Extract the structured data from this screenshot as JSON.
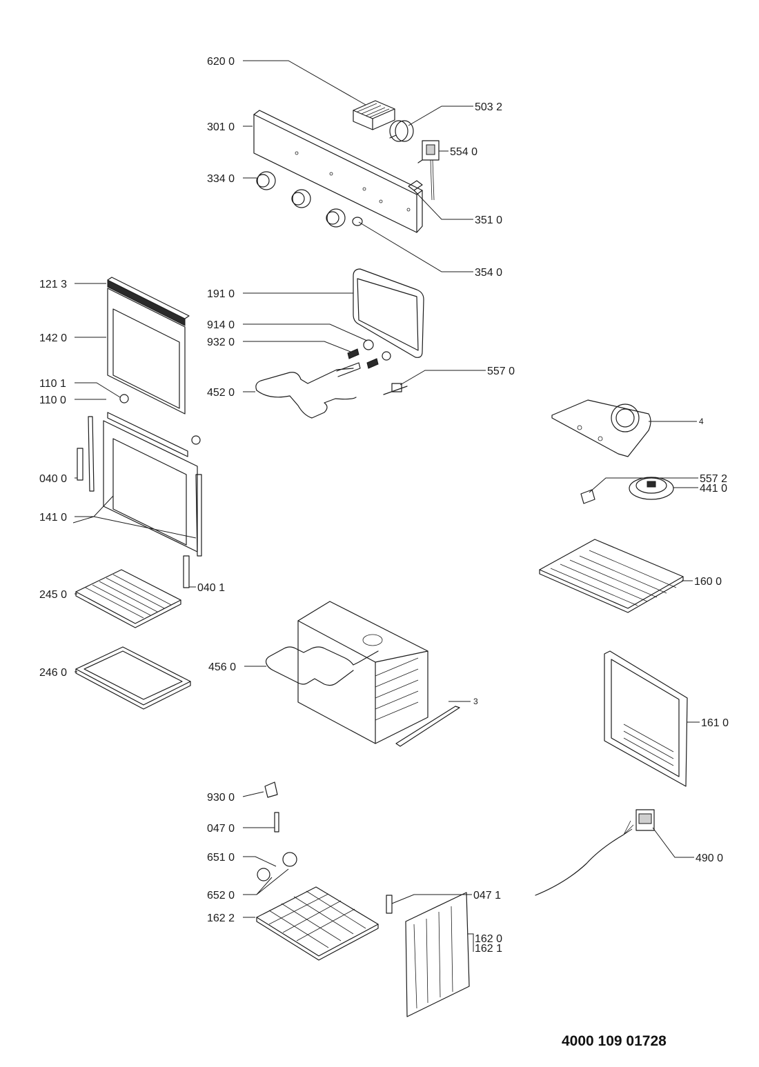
{
  "document_number": "4000 109 01728",
  "labels": {
    "l6200": "620 0",
    "l5032": "503 2",
    "l3010": "301 0",
    "l5540": "554 0",
    "l3340": "334 0",
    "l3510": "351 0",
    "l3540": "354 0",
    "l1213": "121 3",
    "l1910": "191 0",
    "l1420": "142 0",
    "l9140": "914 0",
    "l9320": "932 0",
    "l5570": "557 0",
    "l4520": "452 0",
    "l1101": "110 1",
    "l1100": "110 0",
    "l4": "4",
    "l0400": "040 0",
    "l5572": "557 2",
    "l4410": "441 0",
    "l1410": "141 0",
    "l1600": "160 0",
    "l2450": "245 0",
    "l0401": "040 1",
    "l2460": "246 0",
    "l4560": "456 0",
    "l1610": "161 0",
    "l9300": "930 0",
    "l0470": "047 0",
    "l3": "3",
    "l6510": "651 0",
    "l4900": "490 0",
    "l6520": "652 0",
    "l0471": "047 1",
    "l1622": "162 2",
    "l1620": "162 0",
    "l1621": "162 1"
  }
}
